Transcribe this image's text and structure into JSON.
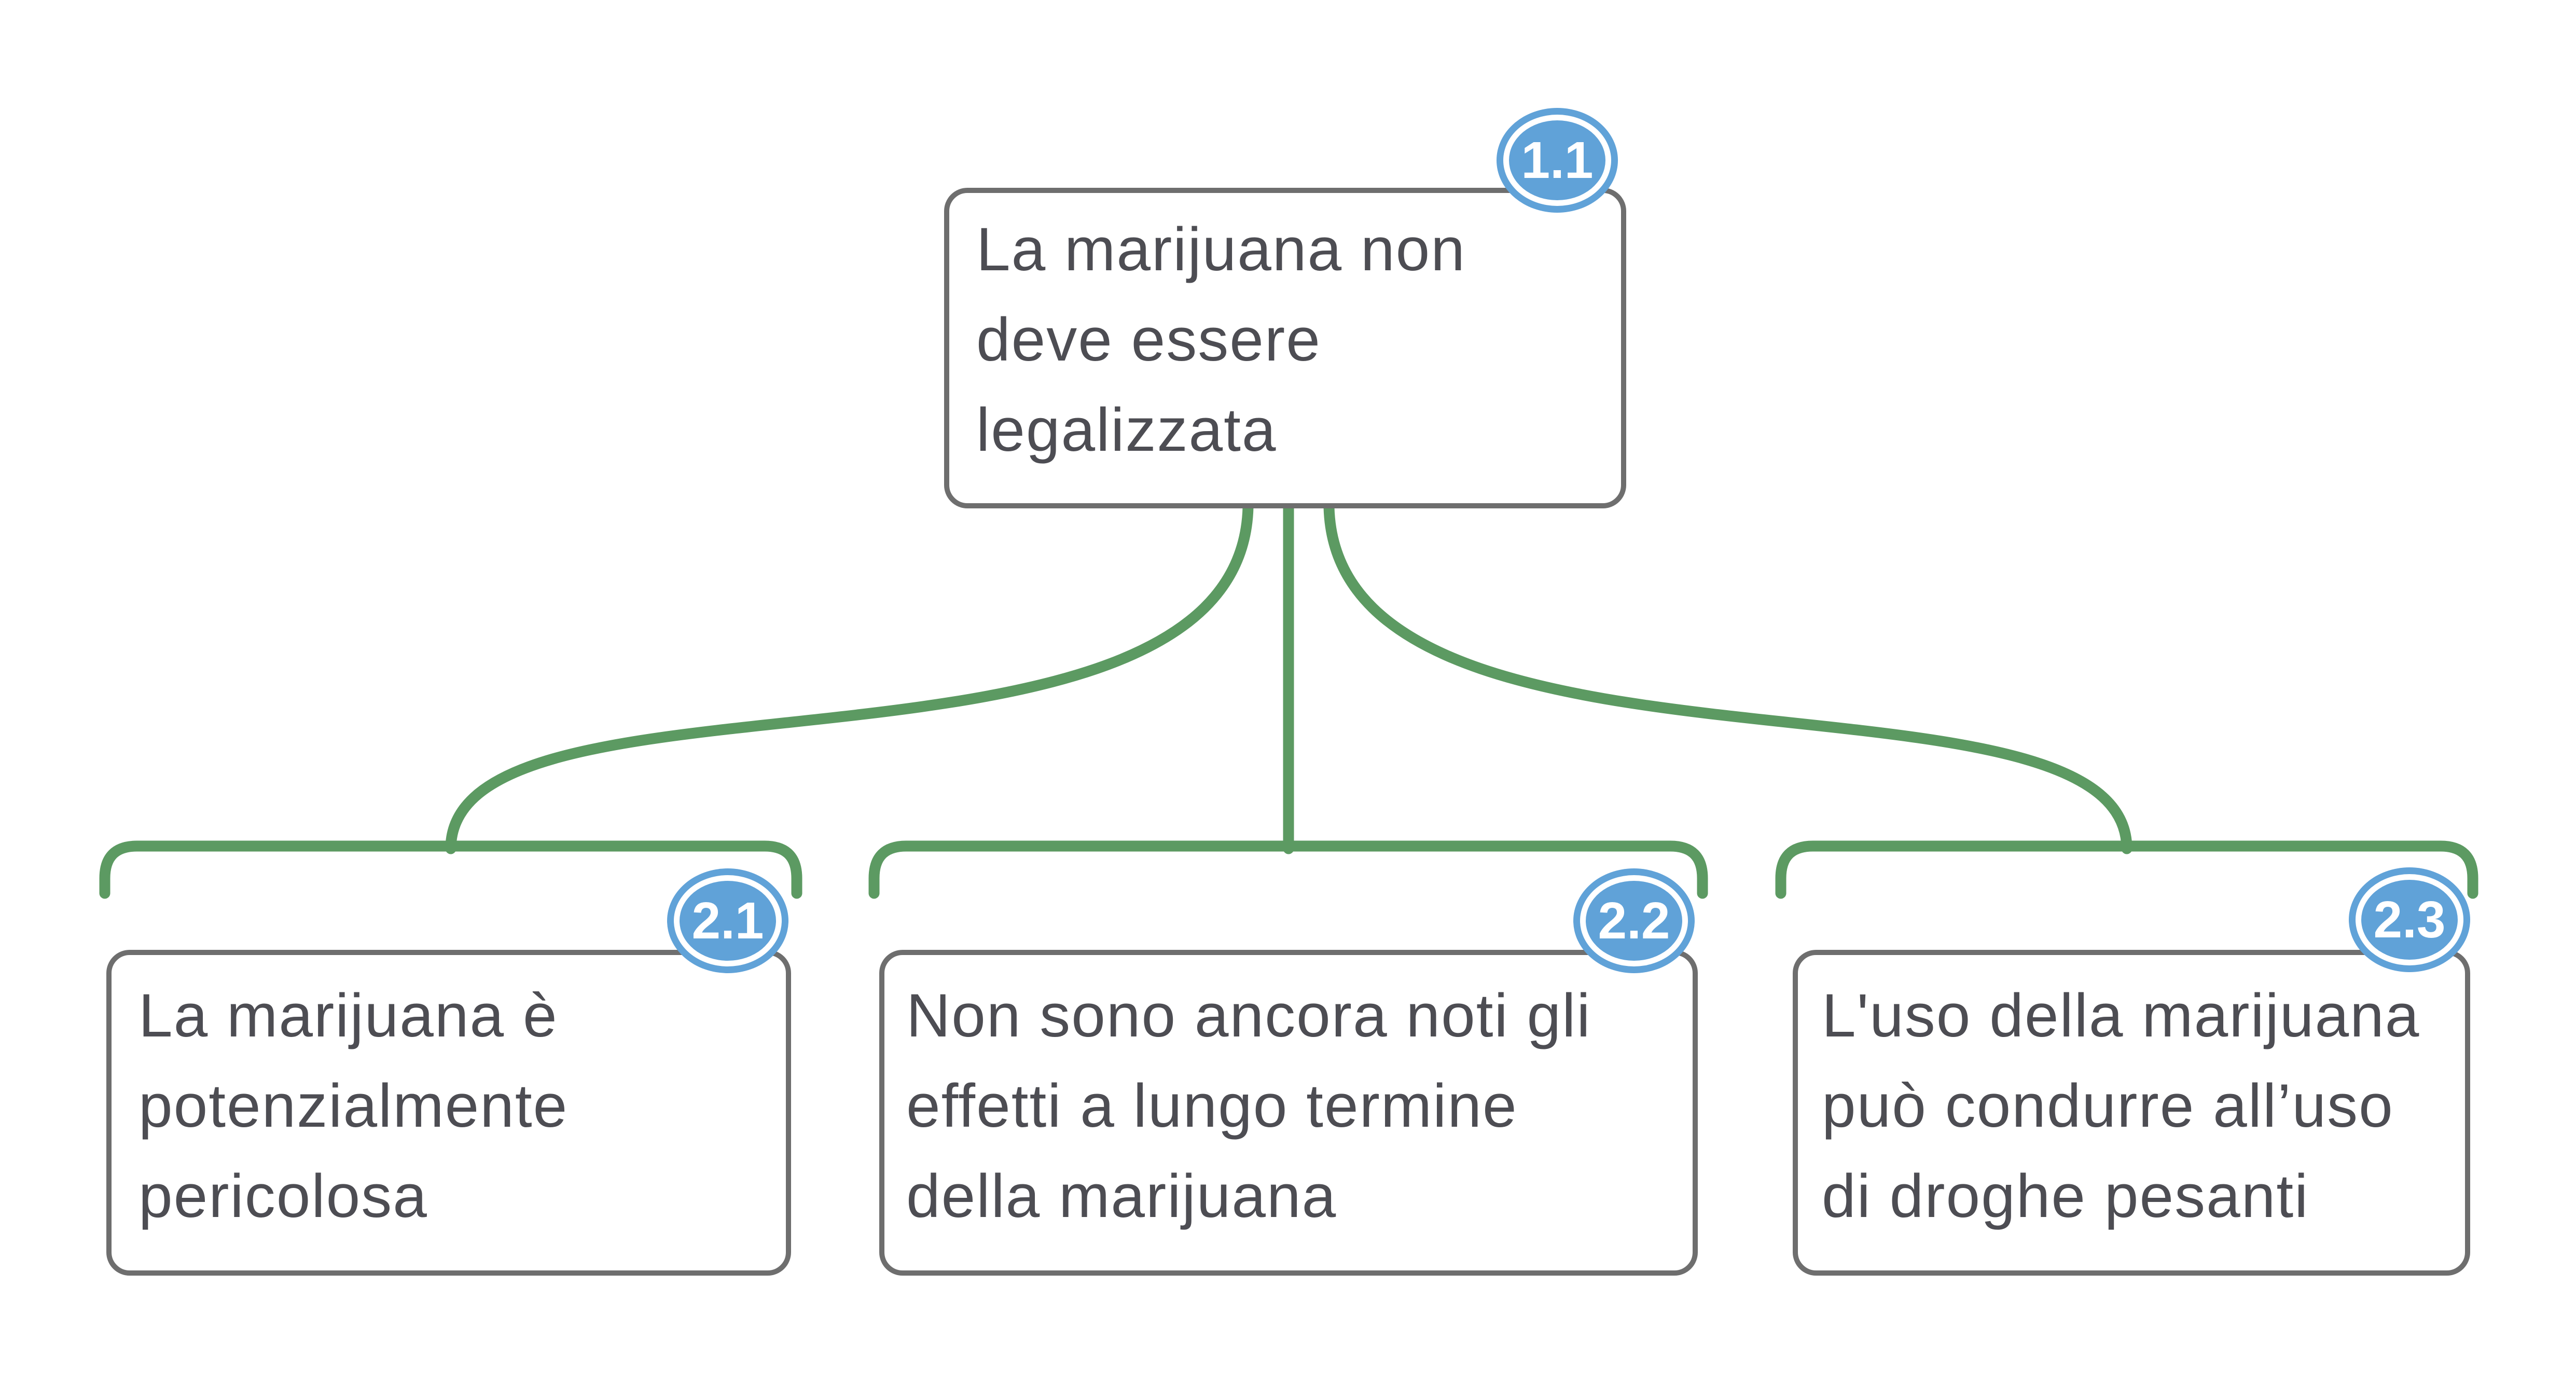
{
  "diagram": {
    "type": "argument-map",
    "colors": {
      "connector_green": "#5c9a62",
      "badge_blue": "#60a2d8",
      "node_border_gray": "#6e6e6e",
      "node_text_gray": "#4d4d53",
      "badge_text": "#ffffff",
      "background": "#ffffff"
    },
    "root": {
      "id": "1.1",
      "lines": [
        "La marijuana non",
        "deve essere",
        "legalizzata"
      ],
      "text": "La marijuana non deve essere legalizzata"
    },
    "children": [
      {
        "id": "2.1",
        "lines": [
          "La marijuana è",
          "potenzialmente",
          "pericolosa"
        ],
        "text": "La marijuana è potenzialmente pericolosa"
      },
      {
        "id": "2.2",
        "lines": [
          "Non sono ancora noti gli",
          "effetti a lungo termine",
          "della marijuana"
        ],
        "text": "Non sono ancora noti gli effetti a lungo termine della marijuana"
      },
      {
        "id": "2.3",
        "lines": [
          "L'uso della marijuana",
          "può condurre all’uso",
          "di droghe pesanti"
        ],
        "text": "L'uso della marijuana può condurre all’uso di droghe pesanti"
      }
    ]
  }
}
